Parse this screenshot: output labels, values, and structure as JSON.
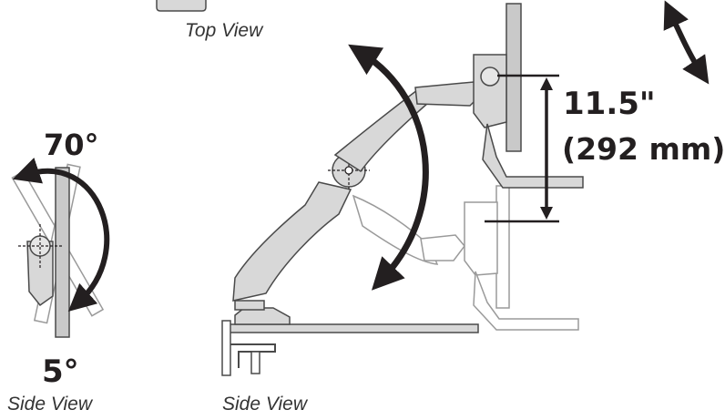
{
  "captions": {
    "top_view": "Top View",
    "side_view_left": "Side View",
    "side_view_center": "Side View"
  },
  "tilt": {
    "up_angle": "70°",
    "down_angle": "5°"
  },
  "height_adjust": {
    "inches": "11.5\"",
    "millimeters": "(292 mm)"
  },
  "colors": {
    "ink": "#231f20",
    "arm_fill": "#d8d8d8",
    "arm_stroke": "#4a4a4a",
    "ghost_stroke": "#9a9a9a",
    "monitor_fill": "#c9c9c9"
  }
}
